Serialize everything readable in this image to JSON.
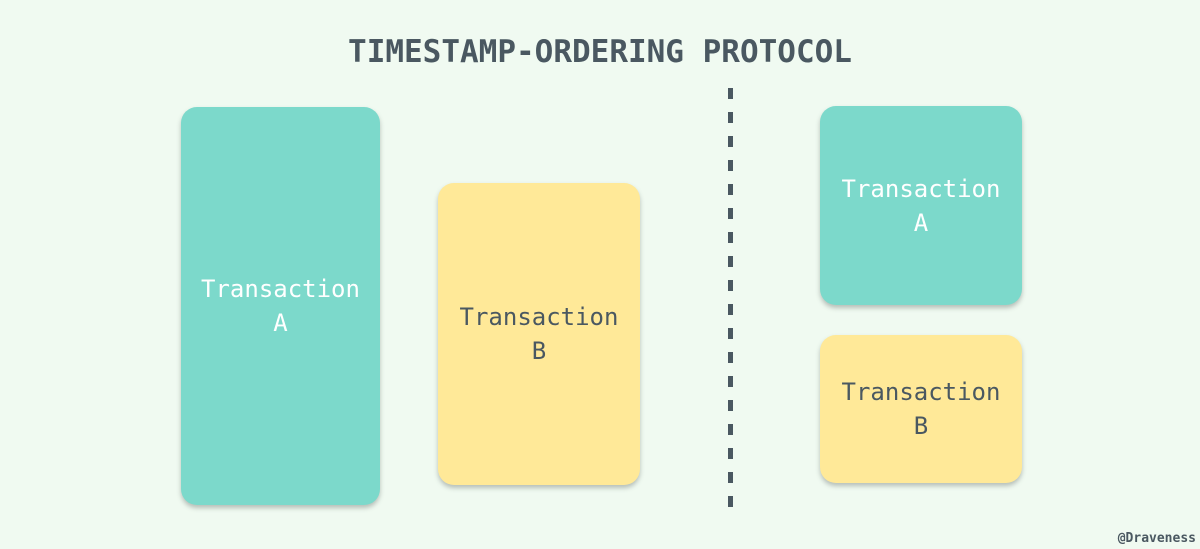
{
  "title": "TIMESTAMP-ORDERING PROTOCOL",
  "credit": "@Draveness",
  "colors": {
    "background": "#f0faf1",
    "teal": "#7cd9cb",
    "yellow": "#ffe998",
    "text_dark": "#4a5861",
    "text_light": "#ffffff"
  },
  "without_protocol": {
    "transaction_a": "Transaction\nA",
    "transaction_b": "Transaction\nB"
  },
  "with_protocol": {
    "transaction_a": "Transaction\nA",
    "transaction_b": "Transaction\nB"
  }
}
